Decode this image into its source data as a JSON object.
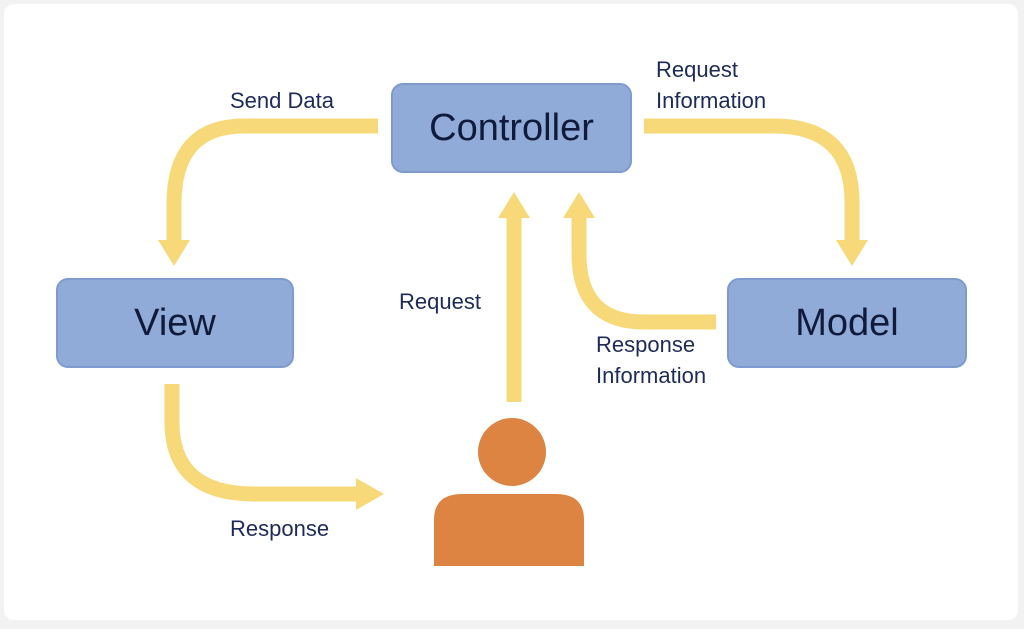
{
  "colors": {
    "box_fill": "#91abd8",
    "box_border": "#7e9bd0",
    "arrow": "#f7d97a",
    "person": "#de8442",
    "text": "#1d2a5a"
  },
  "nodes": {
    "controller": "Controller",
    "view": "View",
    "model": "Model"
  },
  "labels": {
    "send_data": "Send Data",
    "request_information": [
      "Request",
      "Information"
    ],
    "request": "Request",
    "response_information": [
      "Response",
      "Information"
    ],
    "response": "Response"
  },
  "icons": {
    "user": "person-icon"
  }
}
